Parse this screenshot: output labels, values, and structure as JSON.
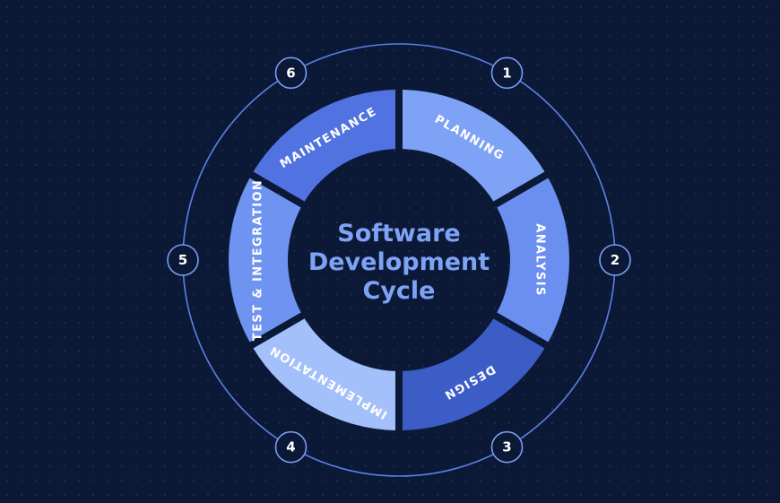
{
  "title_lines": [
    "Software",
    "Development",
    "Cycle"
  ],
  "steps": [
    {
      "number": "1",
      "label": "PLANNING",
      "color": "#7ea2f5"
    },
    {
      "number": "2",
      "label": "ANALYSIS",
      "color": "#6a8ff0"
    },
    {
      "number": "3",
      "label": "DESIGN",
      "color": "#3c5cc6"
    },
    {
      "number": "4",
      "label": "IMPLEMENTATION",
      "color": "#a4c0fb"
    },
    {
      "number": "5",
      "label": "TEST & INTEGRATION",
      "color": "#6f93f1"
    },
    {
      "number": "6",
      "label": "MAINTENANCE",
      "color": "#5173e2"
    }
  ],
  "colors": {
    "background": "#0b1936",
    "outer_ring": "#5c7fe6",
    "badge_fill": "#0b1936",
    "badge_stroke": "#7b9cf2",
    "title": "#7ea2f5",
    "center_fill": "#0b1936"
  }
}
